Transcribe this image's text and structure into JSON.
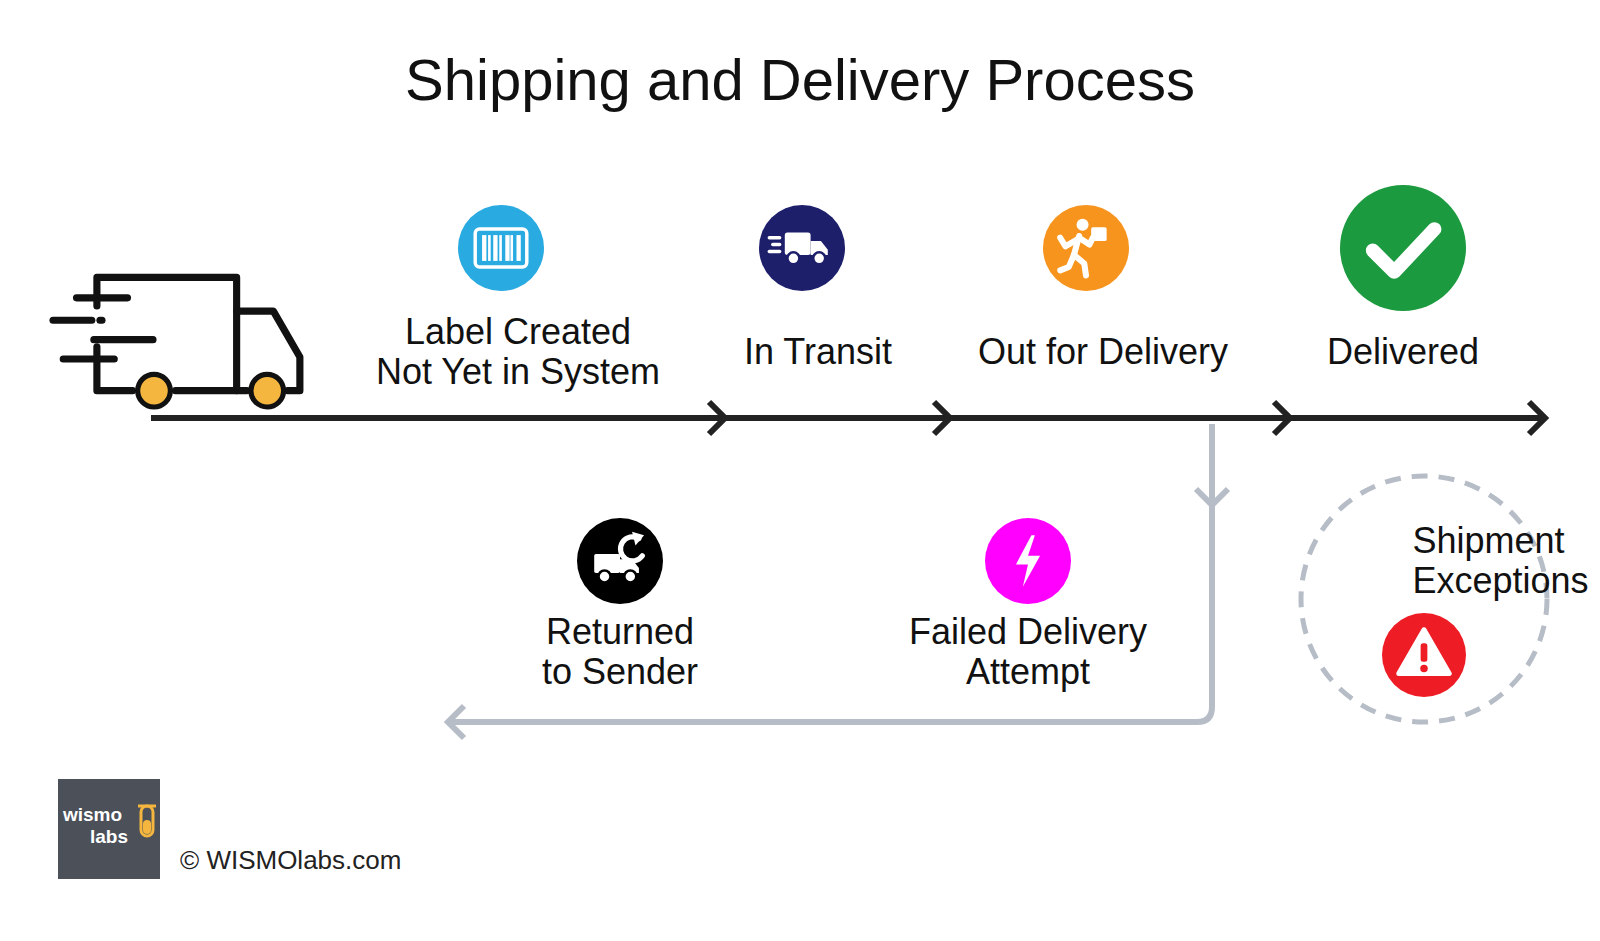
{
  "diagram": {
    "title": "Shipping and Delivery Process",
    "nodes": [
      {
        "text": [
          "Label Created Not Yet in System"
        ]
      },
      {
        "text": [
          "In Transit"
        ]
      },
      {
        "text": [
          "Out for Delivery"
        ]
      },
      {
        "text": [
          "Delivered"
        ]
      },
      {
        "text": [
          "Returned to Sender"
        ]
      },
      {
        "text": [
          "Failed Delivery Attempt"
        ]
      },
      {
        "text": [
          "Shipment Exceptions"
        ]
      }
    ],
    "edges": [
      {
        "from": 0,
        "to": 1,
        "arrow": "to"
      },
      {
        "from": 1,
        "to": 2,
        "arrow": "to"
      },
      {
        "from": 2,
        "to": 3,
        "arrow": "to"
      },
      {
        "from": 2,
        "to": 5,
        "arrow": "to"
      },
      {
        "from": 5,
        "to": 4,
        "arrow": "to"
      }
    ],
    "labels": [
      "wismo",
      "labs",
      "© WISMOlabs.com"
    ]
  }
}
